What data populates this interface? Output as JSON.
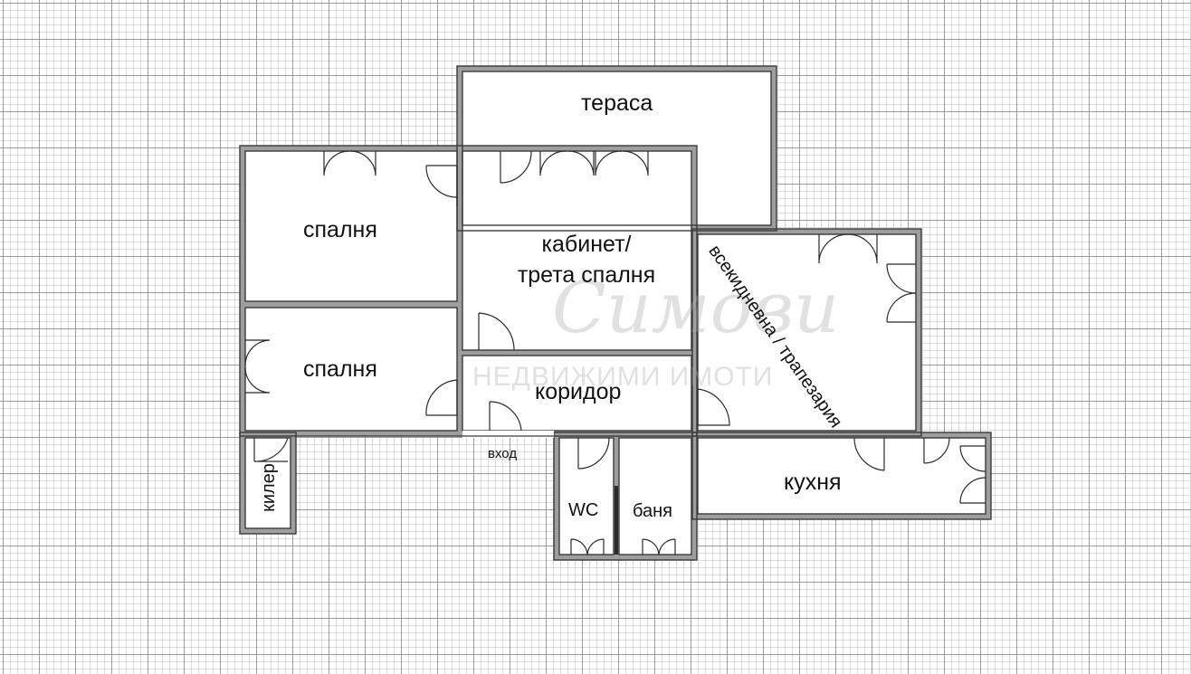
{
  "rooms": {
    "terrace": "тераса",
    "bedroom_top": "спалня",
    "office_line1": "кабинет/",
    "office_line2": "трета спалня",
    "living": "всекидневна / трапезария",
    "bedroom_bottom": "спалня",
    "corridor": "коридор",
    "entrance": "вход",
    "kitchen": "кухня",
    "wc": "WC",
    "bath": "баня",
    "storage": "килер"
  },
  "watermark": {
    "logo": "Симови",
    "tagline": "НЕДВИЖИМИ ИМОТИ"
  },
  "colors": {
    "wall_outline": "#3a3a3a",
    "wall_fill": "#9e9e9e",
    "grid_major": "#9a9a9a",
    "grid_minor": "#dcdcdc"
  }
}
